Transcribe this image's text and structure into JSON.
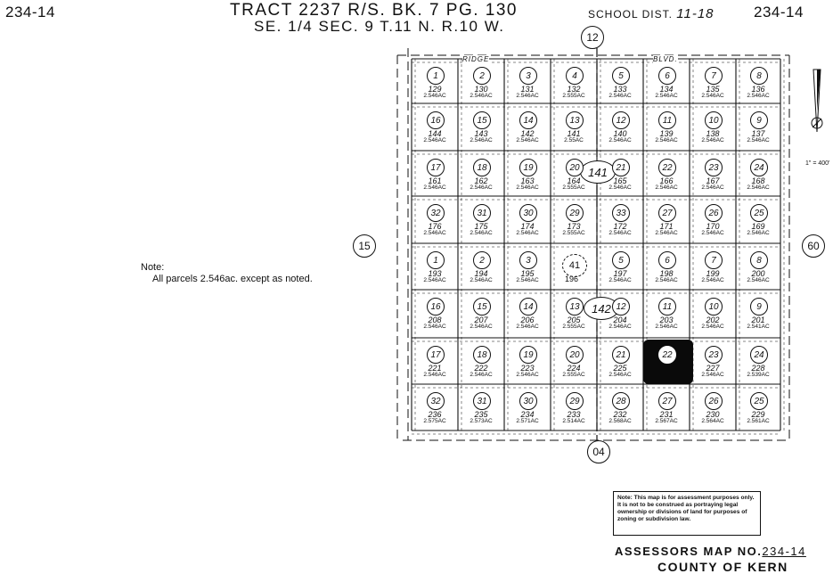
{
  "header": {
    "map_no_left": "234-14",
    "map_no_right": "234-14",
    "title_line1": "TRACT 2237 R/S. BK. 7 PG. 130",
    "title_line2": "SE. 1/4 SEC. 9 T.11 N. R.10 W.",
    "school_label": "SCHOOL DIST.",
    "school_value": "11-18"
  },
  "roads": {
    "top": "12",
    "left": "15",
    "right": "60",
    "bottom": "04",
    "top_street": [
      "RIDGE",
      "BLVD."
    ]
  },
  "scale": "1\" = 400'",
  "note": {
    "title": "Note:",
    "text": "All parcels 2.546ac. except as noted."
  },
  "blocks": [
    {
      "label": "141"
    },
    {
      "label": "142"
    },
    {
      "label": "41"
    }
  ],
  "extra_parcel": "196",
  "parcels": [
    [
      {
        "lot": "1",
        "apn": "129",
        "area": "2.546AC"
      },
      {
        "lot": "2",
        "apn": "130",
        "area": "2.546AC"
      },
      {
        "lot": "3",
        "apn": "131",
        "area": "2.546AC"
      },
      {
        "lot": "4",
        "apn": "132",
        "area": "2.555AC"
      },
      {
        "lot": "5",
        "apn": "133",
        "area": "2.546AC"
      },
      {
        "lot": "6",
        "apn": "134",
        "area": "2.546AC"
      },
      {
        "lot": "7",
        "apn": "135",
        "area": "2.546AC"
      },
      {
        "lot": "8",
        "apn": "136",
        "area": "2.546AC"
      }
    ],
    [
      {
        "lot": "16",
        "apn": "144",
        "area": "2.546AC"
      },
      {
        "lot": "15",
        "apn": "143",
        "area": "2.546AC"
      },
      {
        "lot": "14",
        "apn": "142",
        "area": "2.546AC"
      },
      {
        "lot": "13",
        "apn": "141",
        "area": "2.55AC"
      },
      {
        "lot": "12",
        "apn": "140",
        "area": "2.546AC"
      },
      {
        "lot": "11",
        "apn": "139",
        "area": "2.546AC"
      },
      {
        "lot": "10",
        "apn": "138",
        "area": "2.546AC"
      },
      {
        "lot": "9",
        "apn": "137",
        "area": "2.546AC"
      }
    ],
    [
      {
        "lot": "17",
        "apn": "161",
        "area": "2.546AC"
      },
      {
        "lot": "18",
        "apn": "162",
        "area": "2.546AC"
      },
      {
        "lot": "19",
        "apn": "163",
        "area": "2.546AC"
      },
      {
        "lot": "20",
        "apn": "164",
        "area": "2.555AC"
      },
      {
        "lot": "21",
        "apn": "165",
        "area": "2.546AC"
      },
      {
        "lot": "22",
        "apn": "166",
        "area": "2.546AC"
      },
      {
        "lot": "23",
        "apn": "167",
        "area": "2.546AC"
      },
      {
        "lot": "24",
        "apn": "168",
        "area": "2.546AC"
      }
    ],
    [
      {
        "lot": "32",
        "apn": "176",
        "area": "2.546AC"
      },
      {
        "lot": "31",
        "apn": "175",
        "area": "2.546AC"
      },
      {
        "lot": "30",
        "apn": "174",
        "area": "2.546AC"
      },
      {
        "lot": "29",
        "apn": "173",
        "area": "2.555AC"
      },
      {
        "lot": "33",
        "apn": "172",
        "area": "2.546AC"
      },
      {
        "lot": "27",
        "apn": "171",
        "area": "2.546AC"
      },
      {
        "lot": "26",
        "apn": "170",
        "area": "2.546AC"
      },
      {
        "lot": "25",
        "apn": "169",
        "area": "2.546AC"
      }
    ],
    [
      {
        "lot": "1",
        "apn": "193",
        "area": "2.546AC"
      },
      {
        "lot": "2",
        "apn": "194",
        "area": "2.546AC"
      },
      {
        "lot": "3",
        "apn": "195",
        "area": "2.546AC"
      },
      {
        "lot": "",
        "apn": "",
        "area": ""
      },
      {
        "lot": "5",
        "apn": "197",
        "area": "2.546AC"
      },
      {
        "lot": "6",
        "apn": "198",
        "area": "2.546AC"
      },
      {
        "lot": "7",
        "apn": "199",
        "area": "2.546AC"
      },
      {
        "lot": "8",
        "apn": "200",
        "area": "2.546AC"
      }
    ],
    [
      {
        "lot": "16",
        "apn": "208",
        "area": "2.546AC"
      },
      {
        "lot": "15",
        "apn": "207",
        "area": "2.546AC"
      },
      {
        "lot": "14",
        "apn": "206",
        "area": "2.546AC"
      },
      {
        "lot": "13",
        "apn": "205",
        "area": "2.555AC"
      },
      {
        "lot": "12",
        "apn": "204",
        "area": "2.546AC"
      },
      {
        "lot": "11",
        "apn": "203",
        "area": "2.546AC"
      },
      {
        "lot": "10",
        "apn": "202",
        "area": "2.546AC"
      },
      {
        "lot": "9",
        "apn": "201",
        "area": "2.541AC"
      }
    ],
    [
      {
        "lot": "17",
        "apn": "221",
        "area": "2.546AC"
      },
      {
        "lot": "18",
        "apn": "222",
        "area": "2.546AC"
      },
      {
        "lot": "19",
        "apn": "223",
        "area": "2.546AC"
      },
      {
        "lot": "20",
        "apn": "224",
        "area": "2.555AC"
      },
      {
        "lot": "21",
        "apn": "225",
        "area": "2.546AC"
      },
      {
        "lot": "22",
        "apn": "",
        "area": ""
      },
      {
        "lot": "23",
        "apn": "227",
        "area": "2.546AC"
      },
      {
        "lot": "24",
        "apn": "228",
        "area": "2.539AC"
      }
    ],
    [
      {
        "lot": "32",
        "apn": "236",
        "area": "2.575AC"
      },
      {
        "lot": "31",
        "apn": "235",
        "area": "2.573AC"
      },
      {
        "lot": "30",
        "apn": "234",
        "area": "2.571AC"
      },
      {
        "lot": "29",
        "apn": "233",
        "area": "2.514AC"
      },
      {
        "lot": "28",
        "apn": "232",
        "area": "2.568AC"
      },
      {
        "lot": "27",
        "apn": "231",
        "area": "2.567AC"
      },
      {
        "lot": "26",
        "apn": "230",
        "area": "2.564AC"
      },
      {
        "lot": "25",
        "apn": "229",
        "area": "2.561AC"
      }
    ]
  ],
  "disclaimer": "Note: This map is for assessment purposes only. It is not to be construed as portraying legal ownership or divisions of land for purposes of zoning or subdivision law.",
  "footer": {
    "map_label": "ASSESSORS MAP NO.",
    "map_value": "234-14",
    "county": "COUNTY OF KERN"
  }
}
